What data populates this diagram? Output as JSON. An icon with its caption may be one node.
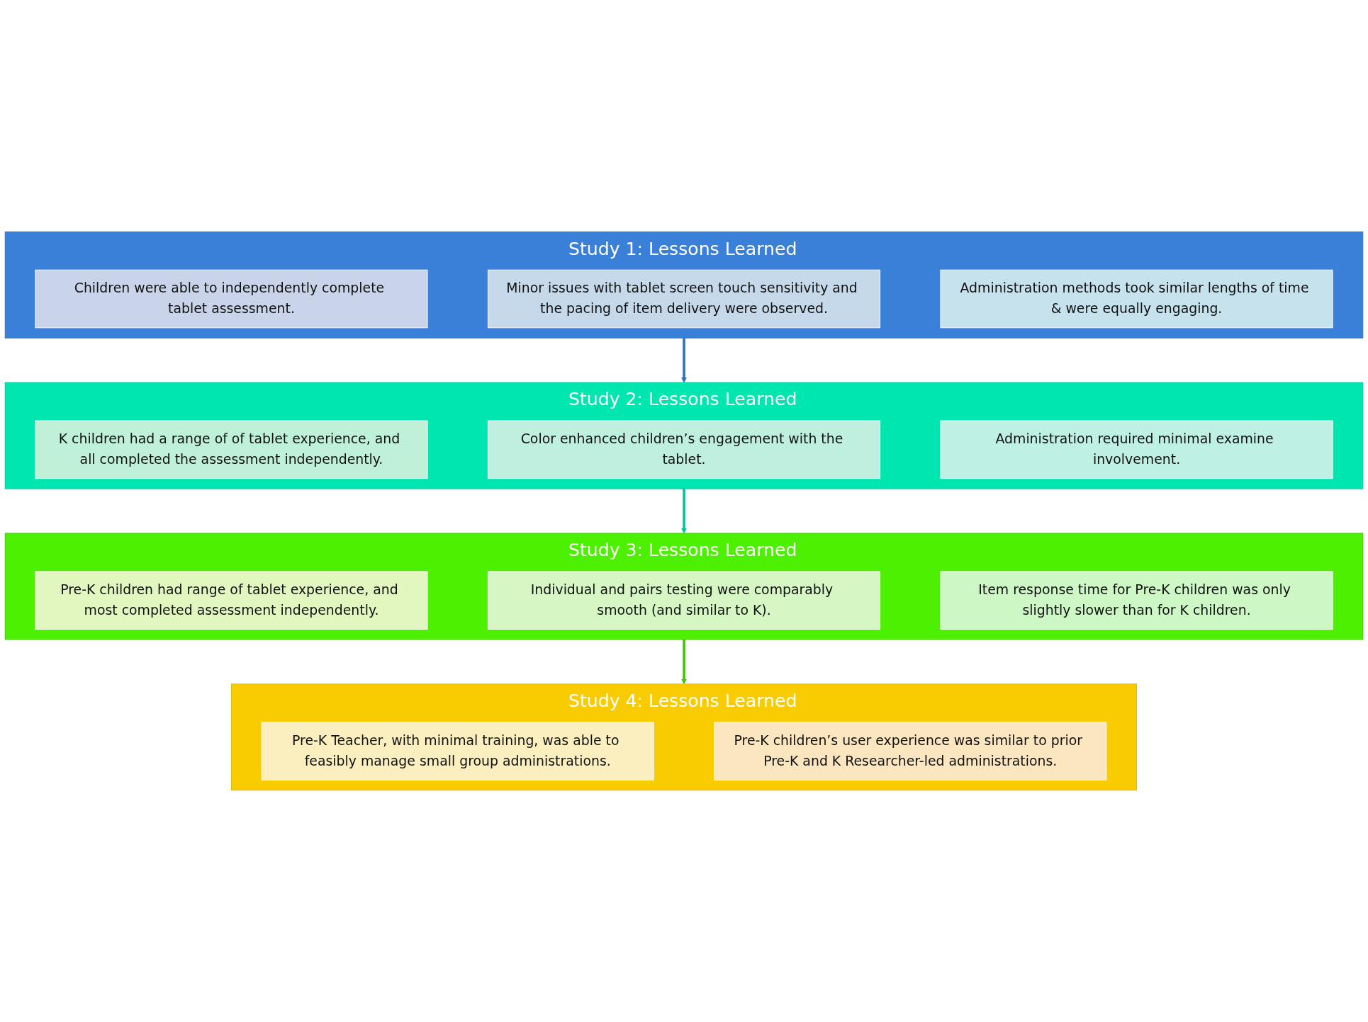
{
  "diagram": {
    "nodes": [
      {
        "text": [
          "Study 1: Lessons Learned"
        ]
      },
      {
        "text": [
          "Children were able to independently complete tablet assessment."
        ],
        "in": 0
      },
      {
        "text": [
          "Minor issues with tablet screen touch sensitivity and the pacing of item delivery were observed."
        ],
        "in": 0
      },
      {
        "text": [
          "Administration methods took similar lengths of time & were equally engaging."
        ],
        "in": 0
      },
      {
        "text": [
          "Study 2: Lessons Learned"
        ]
      },
      {
        "text": [
          "K children had a range of of tablet experience, and all completed the assessment independently."
        ],
        "in": 4
      },
      {
        "text": [
          "Color enhanced children’s engagement with the tablet."
        ],
        "in": 4
      },
      {
        "text": [
          "Administration required minimal examine involvement."
        ],
        "in": 4
      },
      {
        "text": [
          "Study 3: Lessons Learned"
        ]
      },
      {
        "text": [
          "Pre-K children had range of tablet experience, and most completed assessment independently."
        ],
        "in": 8
      },
      {
        "text": [
          "Individual and pairs testing were comparably smooth (and similar to K)."
        ],
        "in": 8
      },
      {
        "text": [
          "Item response time for Pre-K children was only slightly slower than for K children."
        ],
        "in": 8
      },
      {
        "text": [
          "Study 4: Lessons Learned"
        ]
      },
      {
        "text": [
          "Pre-K Teacher, with minimal training, was able to feasibly manage small group administrations."
        ],
        "in": 12
      },
      {
        "text": [
          "Pre-K children’s user experience was similar to prior Pre-K and K Researcher-led administrations."
        ],
        "in": 12
      }
    ],
    "edges": [
      {
        "from": 0,
        "to": 4,
        "arrow": "to",
        "color": "#2f6fc4"
      },
      {
        "from": 4,
        "to": 8,
        "arrow": "to",
        "color": "#00c49a"
      },
      {
        "from": 8,
        "to": 12,
        "arrow": "to",
        "color": "#3cc800"
      }
    ]
  }
}
